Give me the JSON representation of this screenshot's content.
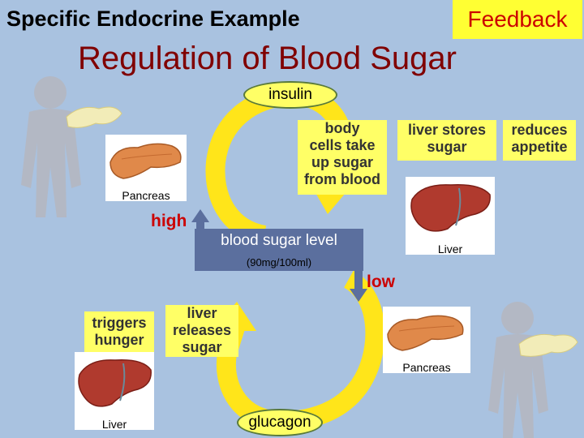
{
  "header": {
    "subtitle": "Specific Endocrine Example",
    "feedback": "Feedback",
    "title": "Regulation of Blood Sugar"
  },
  "hormones": {
    "insulin": "insulin",
    "glucagon": "glucagon"
  },
  "effects": {
    "body_cells": [
      "body",
      "cells take",
      "up sugar",
      "from blood"
    ],
    "liver_stores": [
      "liver stores",
      "sugar"
    ],
    "reduces_appetite": [
      "reduces",
      "appetite"
    ],
    "liver_releases": [
      "liver",
      "releases",
      "sugar"
    ],
    "triggers_hunger": [
      "triggers",
      "hunger"
    ]
  },
  "organs": {
    "pancreas_top": "Pancreas",
    "liver_right": "Liver",
    "pancreas_bottom": "Pancreas",
    "liver_left": "Liver"
  },
  "center": {
    "label": "blood sugar level",
    "sublabel": "(90mg/100ml)",
    "high": "high",
    "low": "low"
  },
  "colors": {
    "background": "#a9c2e0",
    "loop_arrow": "#ffe51a",
    "highlight_box": "#ffff66",
    "title_color": "#800000",
    "alert_red": "#cc0000",
    "center_box": "#5b6f9e"
  }
}
